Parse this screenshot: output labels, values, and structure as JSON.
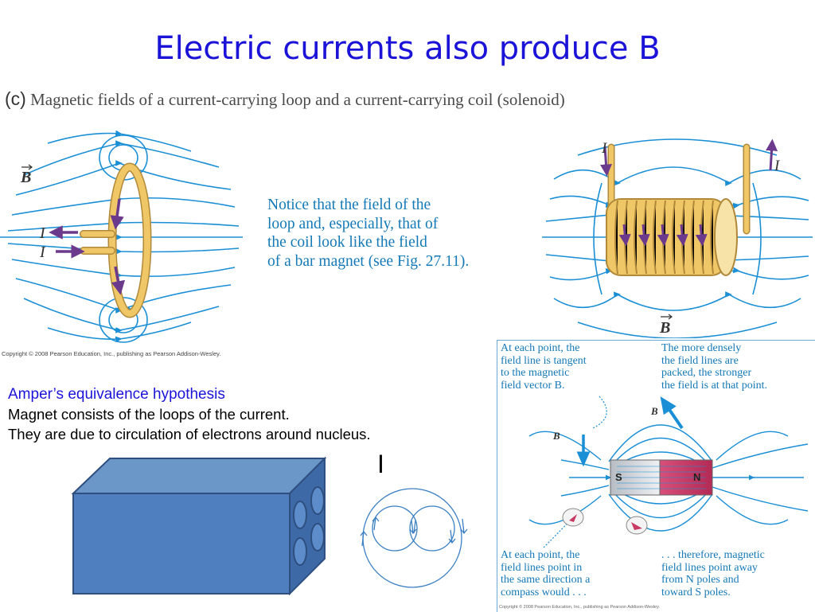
{
  "slide": {
    "title": "Electric currents also produce B"
  },
  "figure_c": {
    "letter": "(c)",
    "caption": "Magnetic fields of a current-carrying loop and a current-carrying coil (solenoid)",
    "notice_lines": [
      "Notice that the field of the",
      "loop and, especially, that of",
      "the coil look like the field",
      "of a bar magnet (see Fig. 27.11)."
    ],
    "loop_labels": {
      "b_vector": "B",
      "current_top": "I",
      "current_bottom": "I"
    },
    "coil_labels": {
      "current_left": "I",
      "current_right": "I",
      "b_vector": "B"
    },
    "copyright": "Copyright © 2008 Pearson Education, Inc., publishing as Pearson Addison-Wesley."
  },
  "amper": {
    "heading": "Amper’s equivalence hypothesis",
    "line1": "Magnet consists of the loops of the current.",
    "line2": "They are due to circulation of electrons around nucleus.",
    "current_label": "I"
  },
  "bar_magnet_panel": {
    "top_left_lines": [
      "At each point, the",
      "field line is tangent",
      "to the magnetic",
      "field vector B."
    ],
    "top_right_lines": [
      "The more densely",
      "the field lines are",
      "packed, the stronger",
      "the field is at that point."
    ],
    "bottom_left_lines": [
      "At each point, the",
      "field lines point in",
      "the same direction a",
      "compass would . . ."
    ],
    "bottom_right_lines": [
      ". . . therefore, magnetic",
      "field lines point away",
      "from N poles and",
      "toward S poles."
    ],
    "b_label_left": "B",
    "b_label_right": "B",
    "pole_s": "S",
    "pole_n": "N",
    "copyright": "Copyright © 2008 Pearson Education, Inc., publishing as Pearson Addison-Wesley."
  },
  "colors": {
    "title_blue": "#1b14d8",
    "field_line_blue": "#1a8fd6",
    "text_blue": "#1479b7",
    "conductor_gold": "#f0c766",
    "arrow_purple": "#6b3a8c",
    "block_blue": "#4f7fbf",
    "magnet_red": "#c83a62"
  }
}
